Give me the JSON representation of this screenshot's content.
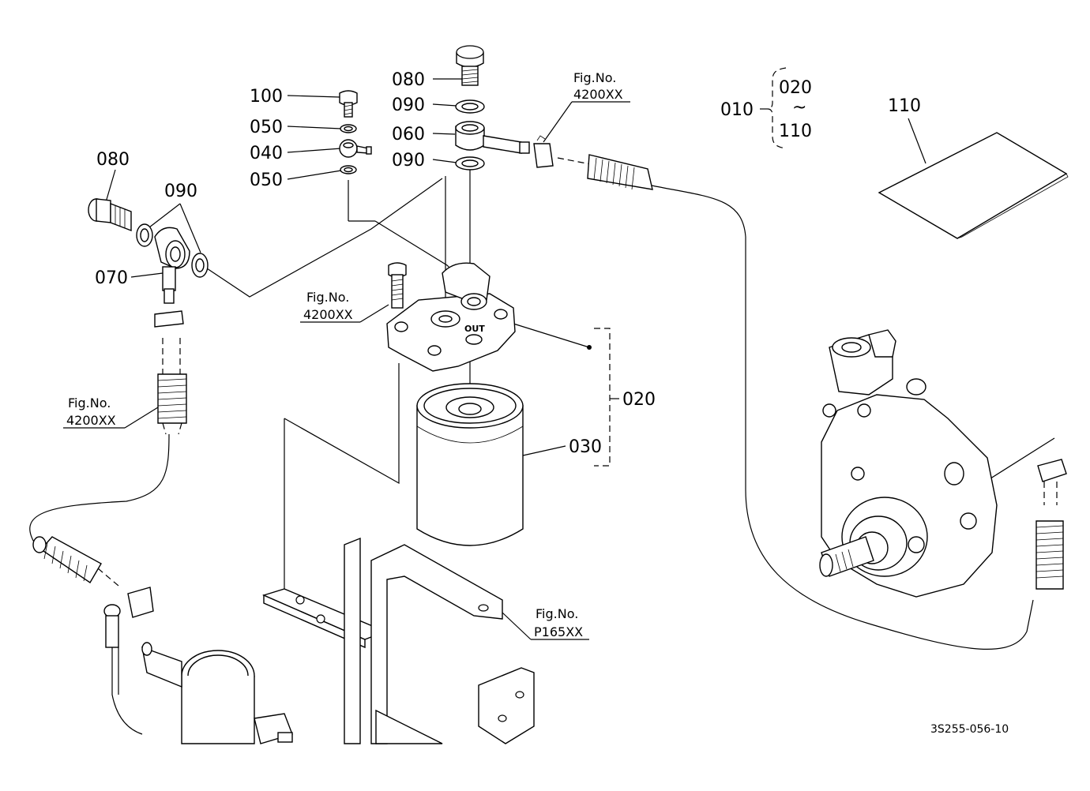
{
  "labels": {
    "p100": "100",
    "p050a": "050",
    "p040": "040",
    "p050b": "050",
    "p080a": "080",
    "p090a": "090",
    "p060": "060",
    "p090b": "090",
    "p080b": "080",
    "p090c": "090",
    "p070": "070",
    "p010": "010",
    "p020top": "020",
    "p110top": "110",
    "tilde": "~",
    "p110": "110",
    "p020": "020",
    "p030": "030"
  },
  "figrefs": {
    "ref1": {
      "title": "Fig.No.",
      "code": "4200XX"
    },
    "ref2": {
      "title": "Fig.No.",
      "code": "4200XX"
    },
    "ref3": {
      "title": "Fig.No.",
      "code": "4200XX"
    },
    "ref4": {
      "title": "Fig.No.",
      "code": "P165XX"
    }
  },
  "out_marking": "OUT",
  "drawing_code": "3S255-056-10"
}
